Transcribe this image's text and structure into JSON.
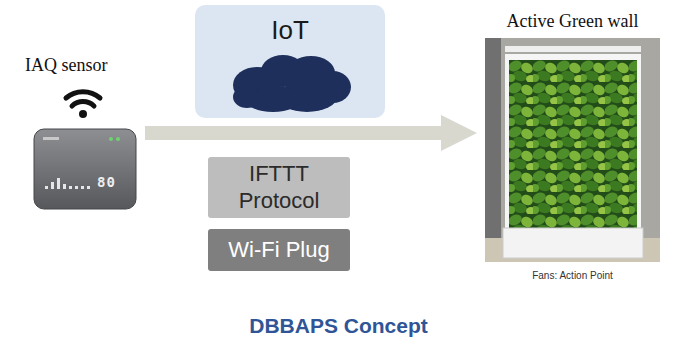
{
  "diagram": {
    "caption": "DBBAPS Concept",
    "nodes": [
      {
        "text": [
          "IAQ sensor"
        ]
      },
      {
        "text": [
          "IoT"
        ]
      },
      {
        "text": [
          "IFTTT Protocol"
        ]
      },
      {
        "text": [
          "Wi-Fi Plug"
        ]
      },
      {
        "text": [
          "Active Green wall",
          "Fans: Action Point"
        ]
      }
    ],
    "edges": [
      {
        "from": 0,
        "to": 4,
        "arrow": "to"
      }
    ],
    "labels": [
      "80"
    ]
  }
}
